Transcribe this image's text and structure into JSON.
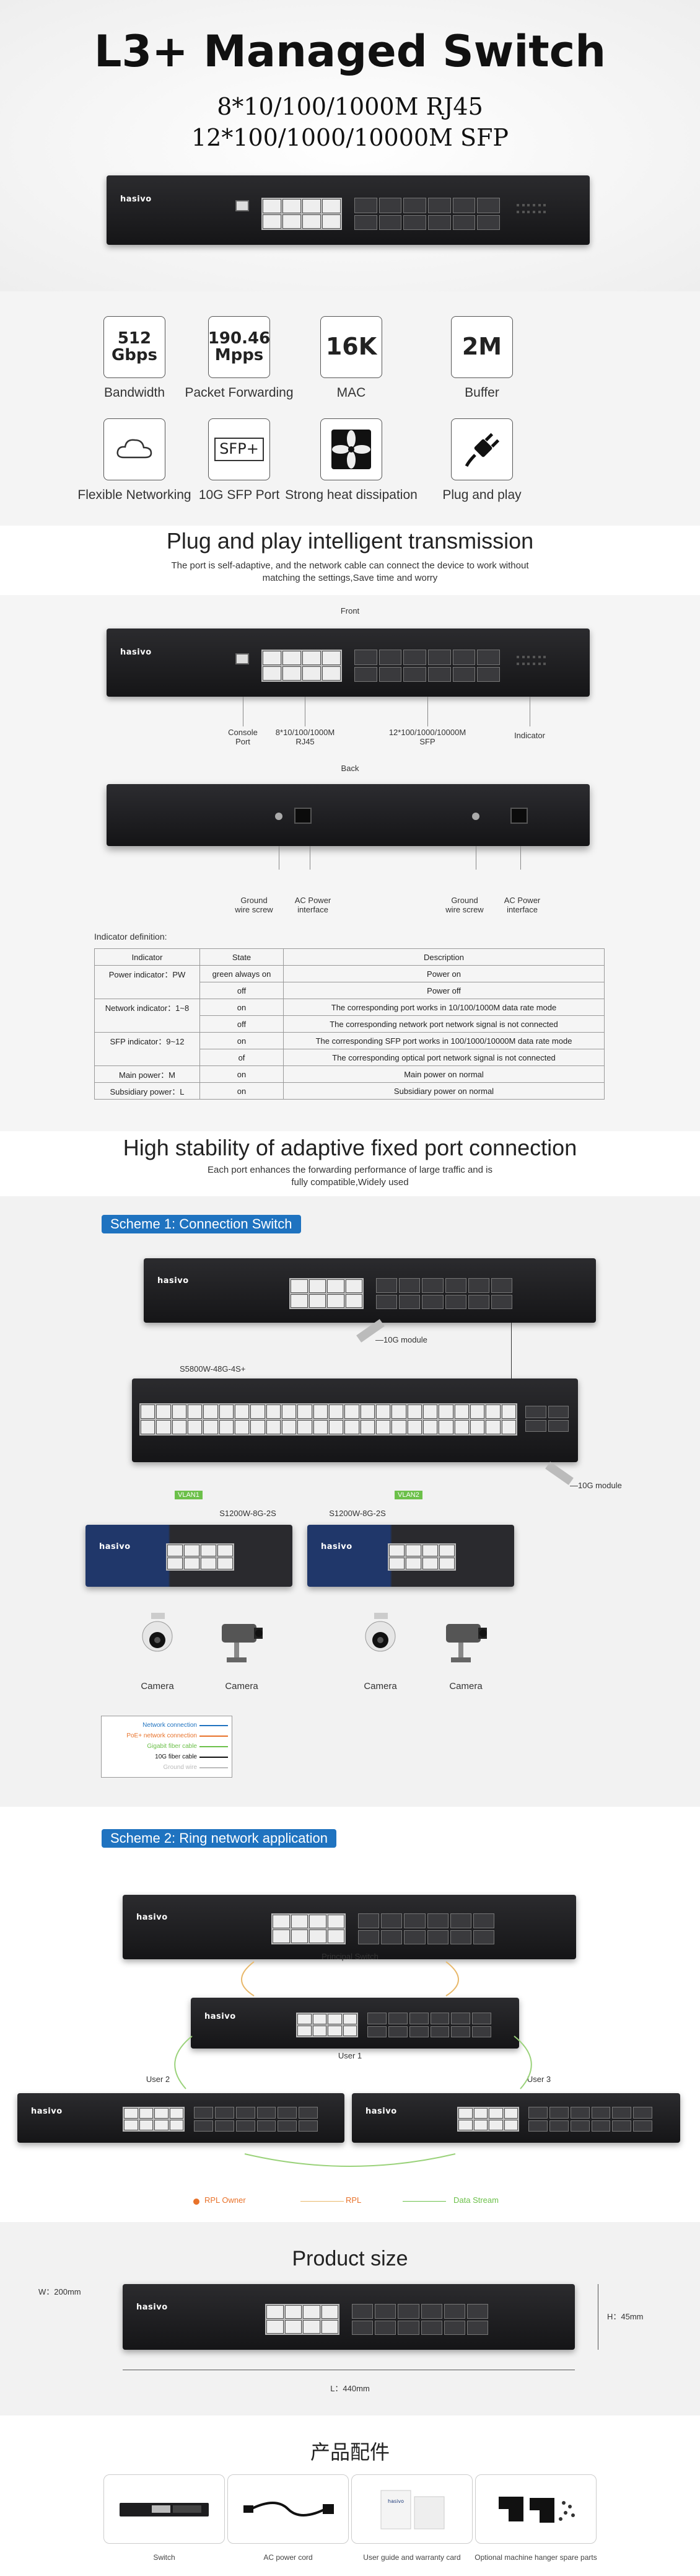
{
  "hero": {
    "title": "L3+ Managed Switch",
    "line1": "8*10/100/1000M RJ45",
    "line2": "12*100/1000/10000M SFP",
    "brand": "hasivo"
  },
  "features": [
    {
      "icon_text": "512\nGbps",
      "icon": "bandwidth-icon",
      "label": "Bandwidth"
    },
    {
      "icon_text": "190.46\nMpps",
      "icon": "packet-forwarding-icon",
      "label": "Packet Forwarding"
    },
    {
      "icon_text": "16K",
      "icon": "mac-icon",
      "label": "MAC"
    },
    {
      "icon_text": "2M",
      "icon": "buffer-icon",
      "label": "Buffer"
    },
    {
      "icon_text": "",
      "icon": "cloud-icon",
      "label": "Flexible Networking"
    },
    {
      "icon_text": "SFP+",
      "icon": "sfp-icon",
      "label": "10G SFP Port"
    },
    {
      "icon_text": "",
      "icon": "fan-icon",
      "label": "Strong heat dissipation"
    },
    {
      "icon_text": "",
      "icon": "plug-icon",
      "label": "Plug and play"
    }
  ],
  "plug": {
    "heading": "Plug and play intelligent transmission",
    "sub1": "The port is self-adaptive, and the network cable can connect the device to work without",
    "sub2": "matching the settings,Save time and worry",
    "front": "Front",
    "back": "Back",
    "console": "Console\nPort",
    "rj45": "8*10/100/1000M\nRJ45",
    "sfp": "12*100/1000/10000M\nSFP",
    "indicator": "Indicator",
    "ground1": "Ground\nwire screw",
    "ac1": "AC Power\ninterface",
    "ground2": "Ground\nwire screw",
    "ac2": "AC Power\ninterface",
    "def_title": "Indicator definition:",
    "table_head": [
      "Indicator",
      "State",
      "Description"
    ],
    "table_rows": [
      [
        "Power indicator：PW",
        "green always on",
        "Power on"
      ],
      [
        "",
        "off",
        "Power off"
      ],
      [
        "Network indicator：1~8",
        "on",
        "The corresponding port works in 10/100/1000M data rate mode"
      ],
      [
        "",
        "off",
        "The corresponding network port network signal is not connected"
      ],
      [
        "SFP indicator：9~12",
        "on",
        "The corresponding SFP port works in 100/1000/10000M data rate mode"
      ],
      [
        "",
        "of",
        "The corresponding optical port network signal is not connected"
      ],
      [
        "Main power：M",
        "on",
        "Main power on normal"
      ],
      [
        "Subsidiary power：L",
        "on",
        "Subsidiary power on normal"
      ]
    ]
  },
  "stability": {
    "heading": "High stability of adaptive fixed port connection",
    "sub1": "Each port enhances the forwarding performance of large traffic and is",
    "sub2": "fully compatible,Widely used"
  },
  "scheme1": {
    "chip": "Scheme 1: Connection Switch",
    "module1": "10G module",
    "core": "S5800W-48G-4S+",
    "module2": "10G module",
    "vlan1": "VLAN1",
    "vlan2": "VLAN2",
    "sw1": "S1200W-8G-2S",
    "sw2": "S1200W-8G-2S",
    "camera": "Camera",
    "legend": [
      "Network connection",
      "PoE+ network connection",
      "Gigabit fiber cable",
      "10G fiber cable",
      "Ground wire"
    ]
  },
  "scheme2": {
    "chip": "Scheme 2: Ring network application",
    "principal": "Principal Switch",
    "user1": "User 1",
    "user2": "User 2",
    "user3": "User 3",
    "rpl_owner": "RPL Owner",
    "rpl": "RPL",
    "stream": "Data Stream"
  },
  "size": {
    "heading": "Product size",
    "w": "W：200mm",
    "h": "H：45mm",
    "l": "L：440mm"
  },
  "accessories": {
    "heading": "产品配件",
    "items": [
      "Switch",
      "AC power cord",
      "User guide and warranty card",
      "Optional machine hanger spare parts"
    ]
  },
  "colors": {
    "accent": "#1f73c0",
    "rpl_owner": "#e8722a",
    "stream": "#6cc04a"
  }
}
